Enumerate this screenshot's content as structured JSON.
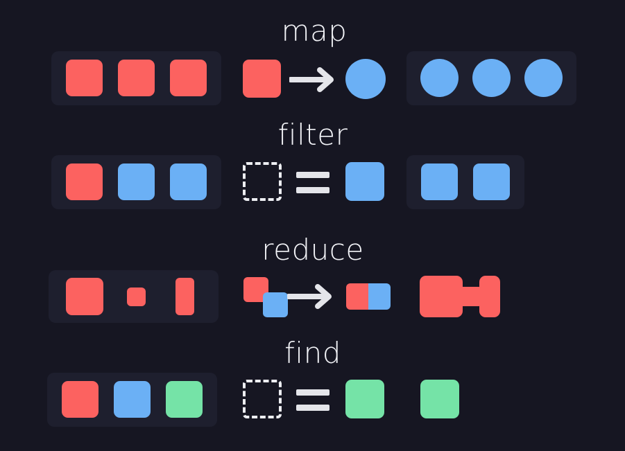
{
  "diagram": {
    "title_font_color": "#F2F3F7",
    "background": "#161622",
    "panel_background": "#1E1F2E",
    "palette": {
      "red": "#FC6260",
      "blue": "#6BB0F5",
      "green": "#75E3A7",
      "white": "#E4E5EA"
    },
    "operations": [
      {
        "name": "map",
        "label": "map",
        "input_array": {
          "has_container": true,
          "items": [
            {
              "shape": "square",
              "color": "#FC6260"
            },
            {
              "shape": "square",
              "color": "#FC6260"
            },
            {
              "shape": "square",
              "color": "#FC6260"
            }
          ]
        },
        "transform": {
          "kind": "arrow",
          "from": {
            "shape": "square",
            "color": "#FC6260"
          },
          "glyph": "arrow-right",
          "to": {
            "shape": "circle",
            "color": "#6BB0F5"
          }
        },
        "output_array": {
          "has_container": true,
          "items": [
            {
              "shape": "circle",
              "color": "#6BB0F5"
            },
            {
              "shape": "circle",
              "color": "#6BB0F5"
            },
            {
              "shape": "circle",
              "color": "#6BB0F5"
            }
          ]
        }
      },
      {
        "name": "filter",
        "label": "filter",
        "input_array": {
          "has_container": true,
          "items": [
            {
              "shape": "square",
              "color": "#FC6260"
            },
            {
              "shape": "square",
              "color": "#6BB0F5"
            },
            {
              "shape": "square",
              "color": "#6BB0F5"
            }
          ]
        },
        "transform": {
          "kind": "predicate",
          "from": {
            "shape": "square-dashed",
            "color": "transparent"
          },
          "glyph": "equals",
          "to": {
            "shape": "square",
            "color": "#6BB0F5"
          }
        },
        "output_array": {
          "has_container": true,
          "items": [
            {
              "shape": "square",
              "color": "#6BB0F5"
            },
            {
              "shape": "square",
              "color": "#6BB0F5"
            }
          ]
        }
      },
      {
        "name": "reduce",
        "label": "reduce",
        "input_array": {
          "has_container": true,
          "items": [
            {
              "shape": "square-large",
              "color": "#FC6260"
            },
            {
              "shape": "square-small",
              "color": "#FC6260"
            },
            {
              "shape": "rect-tall",
              "color": "#FC6260"
            }
          ]
        },
        "transform": {
          "kind": "arrow",
          "from": {
            "shape": "two-squares-staggered",
            "colors": [
              "#FC6260",
              "#6BB0F5"
            ]
          },
          "glyph": "arrow-right",
          "to": {
            "shape": "two-squares-joined",
            "colors": [
              "#FC6260",
              "#6BB0F5"
            ]
          }
        },
        "output_array": {
          "has_container": false,
          "items": [
            {
              "shape": "merged-blob",
              "color": "#FC6260"
            }
          ]
        }
      },
      {
        "name": "find",
        "label": "find",
        "input_array": {
          "has_container": true,
          "items": [
            {
              "shape": "square",
              "color": "#FC6260"
            },
            {
              "shape": "square",
              "color": "#6BB0F5"
            },
            {
              "shape": "square",
              "color": "#75E3A7"
            }
          ]
        },
        "transform": {
          "kind": "predicate",
          "from": {
            "shape": "square-dashed",
            "color": "transparent"
          },
          "glyph": "equals",
          "to": {
            "shape": "square",
            "color": "#75E3A7"
          }
        },
        "output_array": {
          "has_container": false,
          "items": [
            {
              "shape": "square",
              "color": "#75E3A7"
            }
          ]
        }
      }
    ]
  }
}
